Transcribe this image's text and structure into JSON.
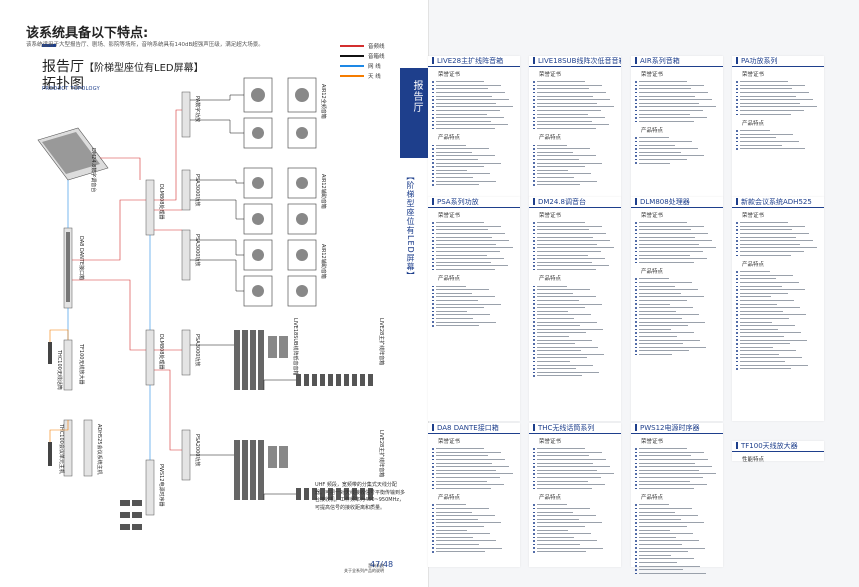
{
  "left": {
    "title": "报告厅",
    "subtitle": "【阶梯型座位有LED屏幕】",
    "title2": "拓扑图",
    "title_en": "PRODUCT TOPOLOGY",
    "legend": [
      {
        "label": "音频线",
        "color": "#d32f2f"
      },
      {
        "label": "音箱线",
        "color": "#111111"
      },
      {
        "label": "网  线",
        "color": "#1e88e5"
      },
      {
        "label": "天  线",
        "color": "#f57c00"
      }
    ],
    "devices": {
      "mixer": "DM24.8数字调音台",
      "dante": "DA8 DANTE接口箱",
      "wireless_rx": "THC100无线话筒",
      "tf100": "TF100无线放大器",
      "thc_main": "THC100会议单元主机",
      "adh525": "ADH525会议系统主机",
      "dlm_a": "DLM808处理器",
      "dlm_b": "DLM808处理器",
      "pws": "PWS12电源时序器",
      "pa_amp_1": "PA数字功放",
      "psa_amp_1": "PSA3000功放",
      "psa_amp_2": "PSA3000功放",
      "psa_amp_3": "PSA3000功放",
      "psa_amp_4": "PSA2000功放",
      "spk_air": "AIR12全频音箱",
      "spk_air2": "AIR12辅助音箱",
      "spk_air3": "AIR12辅助音箱",
      "spk_live_sub": "LIVE18SUB线阵低音音箱",
      "spk_live28": "LIVE28主扩线阵音箱",
      "spk_live28b": "LIVE28主扩线阵音箱"
    }
  },
  "right": {
    "title": "该系统具备以下特点:",
    "subtitle": "该系统适用于大型报告厅、剧场、影院等场所，音响系统具有140dB超强声压级，满足超大场景。",
    "side_tab": "报告厅",
    "side_tab2": "【阶梯型座位有LED屏幕】",
    "cards": [
      {
        "title": "LIVE28主扩线阵音箱",
        "sec1": "荣誉证书",
        "sec2": "产品特点"
      },
      {
        "title": "LIVE18SUB线阵次低音音箱",
        "sec1": "荣誉证书",
        "sec2": "产品特点"
      },
      {
        "title": "AIR系列音箱",
        "sec1": "荣誉证书",
        "sec2": "产品特点"
      },
      {
        "title": "PA功放系列",
        "sec1": "荣誉证书",
        "sec2": "产品特点"
      },
      {
        "title": "PSA系列功放",
        "sec1": "荣誉证书",
        "sec2": "产品特点"
      },
      {
        "title": "DM24.8调音台",
        "sec1": "荣誉证书",
        "sec2": "产品特点"
      },
      {
        "title": "DLM808处理器",
        "sec1": "荣誉证书",
        "sec2": "产品特点"
      },
      {
        "title": "新款会议系统ADH525",
        "sec1": "荣誉证书",
        "sec2": "产品特点"
      },
      {
        "title": "DA8 DANTE接口箱",
        "sec1": "荣誉证书",
        "sec2": "产品特点"
      },
      {
        "title": "THC无线话筒系列",
        "sec1": "荣誉证书",
        "sec2": "产品特点"
      },
      {
        "title": "PWS12电源时序器",
        "sec1": "荣誉证书",
        "sec2": "产品特点"
      },
      {
        "title": "TF100天线放大器",
        "sec1": "性能特点",
        "sec2": ""
      }
    ],
    "tf100_desc": "UHF 频段，宽频带的分集式天线分配器。可把一对天线接收信号平衡传输到多台接收机。工作频率为450~950MHz，可提高信号的接收距离和质量。",
    "footer_line1": "音响系统",
    "footer_line2": "关于全系列产品的说明",
    "page_number": "47/48"
  }
}
